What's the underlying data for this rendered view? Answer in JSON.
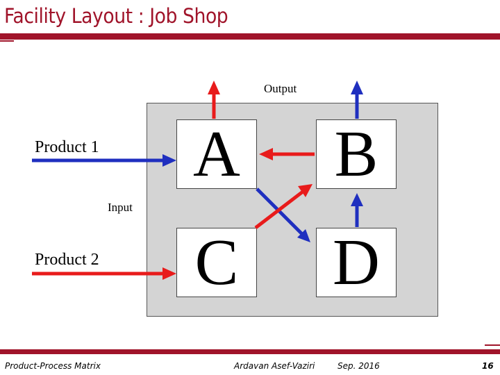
{
  "header": {
    "title": "Facility Layout : Job Shop"
  },
  "diagram": {
    "departments": [
      "A",
      "B",
      "C",
      "D"
    ],
    "labels": {
      "output": "Output",
      "input": "Input",
      "product_1": "Product 1",
      "product_2": "Product 2"
    },
    "flows": [
      {
        "product": "Product 1",
        "color": "#1f2fbf",
        "route": [
          "Input",
          "A",
          "D",
          "B",
          "Output"
        ]
      },
      {
        "product": "Product 2",
        "color": "#e81b1b",
        "route": [
          "Input",
          "C",
          "B",
          "A",
          "Output"
        ]
      }
    ],
    "colors": {
      "product_1": "#1f2fbf",
      "product_2": "#e81b1b",
      "panel": "#d4d4d4"
    }
  },
  "footer": {
    "left": "Product-Process Matrix",
    "author": "Ardavan Asef-Vaziri",
    "date": "Sep. 2016",
    "page": "16"
  },
  "theme": {
    "accent": "#a0142a"
  }
}
